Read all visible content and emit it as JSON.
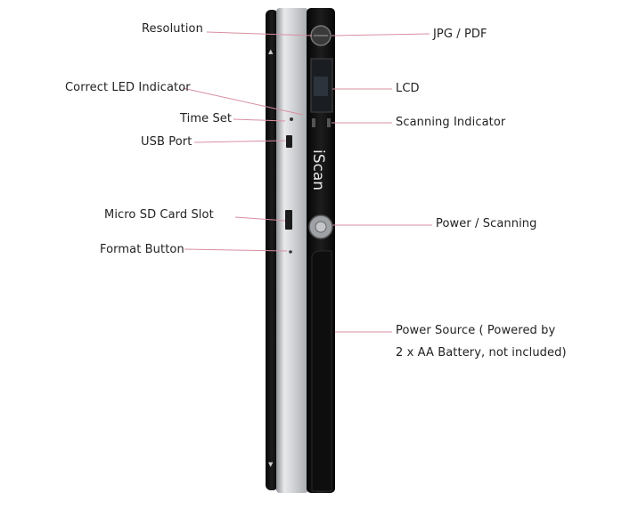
{
  "device": {
    "brand_text": "iScan"
  },
  "callouts": {
    "resolution": "Resolution",
    "correct_led": "Correct LED Indicator",
    "time_set": "Time Set",
    "usb_port": "USB Port",
    "micro_sd": "Micro SD Card Slot",
    "format_button": "Format Button",
    "jpg_pdf": "JPG / PDF",
    "lcd": "LCD",
    "scanning_indicator": "Scanning Indicator",
    "power_scanning": "Power / Scanning",
    "power_source_line1": "Power Source ( Powered by",
    "power_source_line2": "2 x AA Battery, not included)"
  },
  "colors": {
    "leader_line": "#d98fa0",
    "body_black": "#111111",
    "body_silver": "#c9cbce"
  }
}
